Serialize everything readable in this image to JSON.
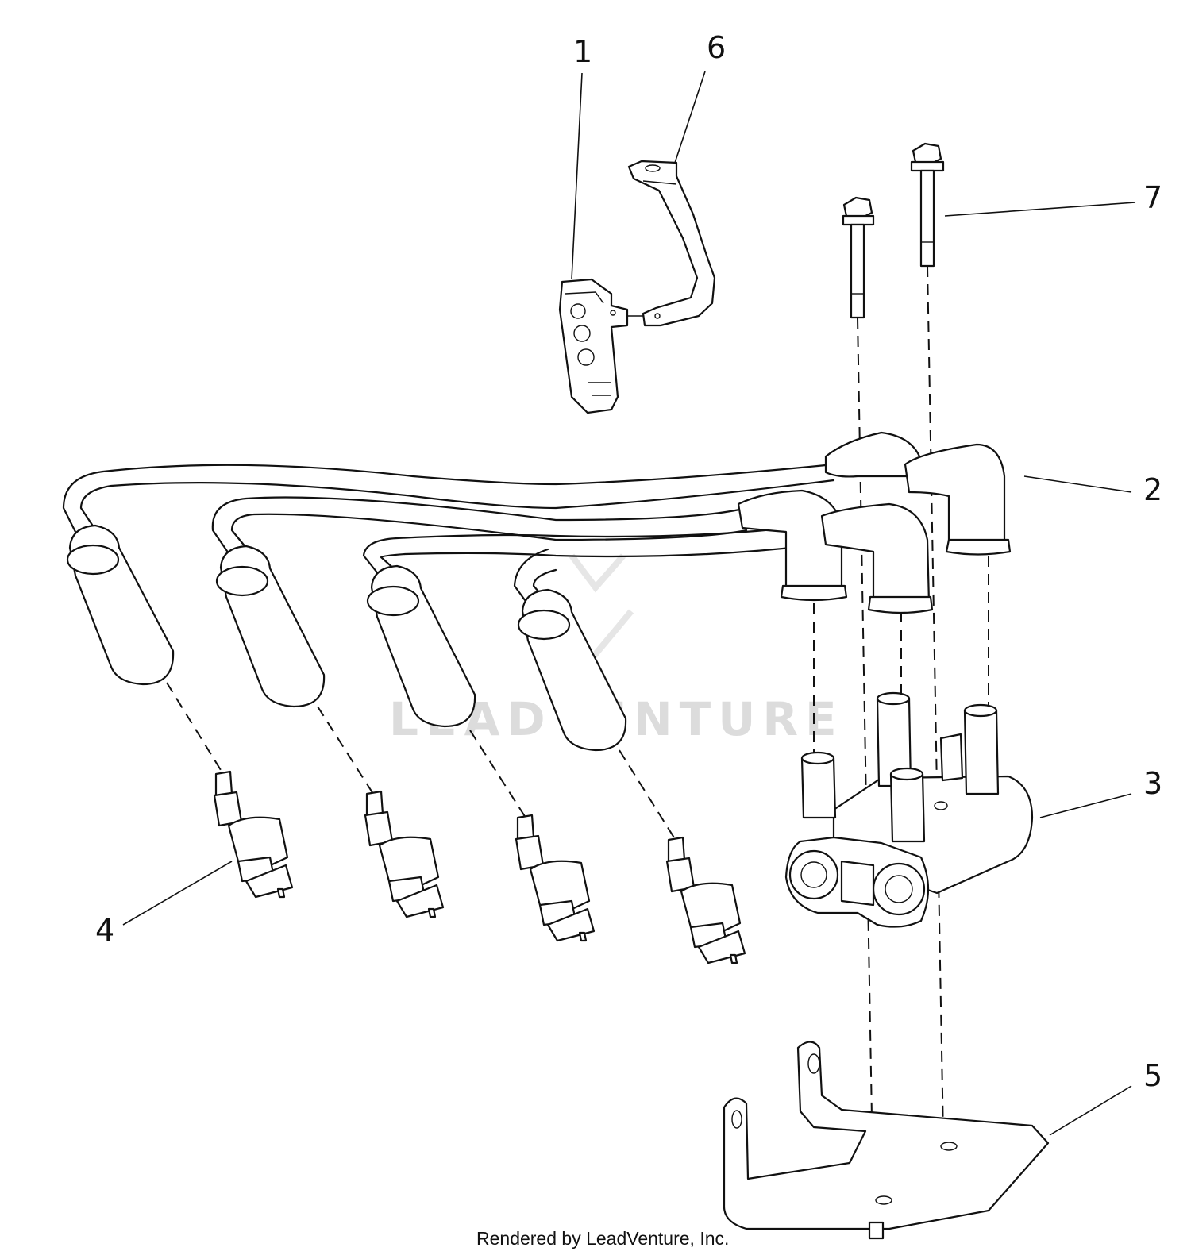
{
  "callouts": [
    {
      "id": "1",
      "label": "1"
    },
    {
      "id": "2",
      "label": "2"
    },
    {
      "id": "3",
      "label": "3"
    },
    {
      "id": "4",
      "label": "4"
    },
    {
      "id": "5",
      "label": "5"
    },
    {
      "id": "6",
      "label": "6"
    },
    {
      "id": "7",
      "label": "7"
    }
  ],
  "watermark": "LEADVENTURE",
  "footer": "Rendered by LeadVenture, Inc."
}
